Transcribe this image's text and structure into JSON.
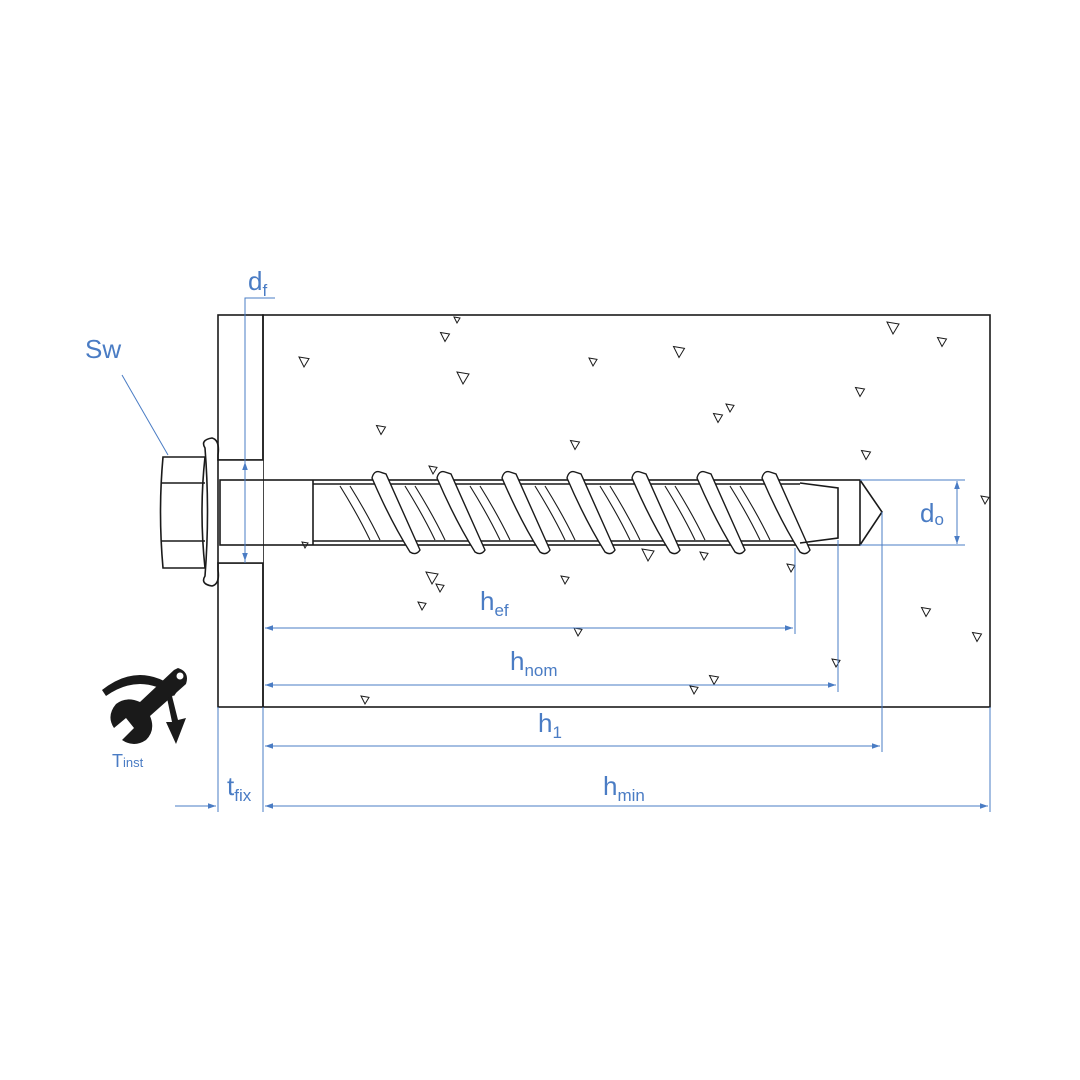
{
  "labels": {
    "sw": "Sw",
    "df_main": "d",
    "df_sub": "f",
    "do_main": "d",
    "do_sub": "o",
    "hef_main": "h",
    "hef_sub": "ef",
    "hnom_main": "h",
    "hnom_sub": "nom",
    "h1_main": "h",
    "h1_sub": "1",
    "hmin_main": "h",
    "hmin_sub": "min",
    "tfix_main": "t",
    "tfix_sub": "fix",
    "tinst_main": "T",
    "tinst_sub": "inst"
  },
  "colors": {
    "dimension": "#4a7cc4",
    "outline": "#1a1a1a",
    "icon": "#1a1a1a"
  }
}
